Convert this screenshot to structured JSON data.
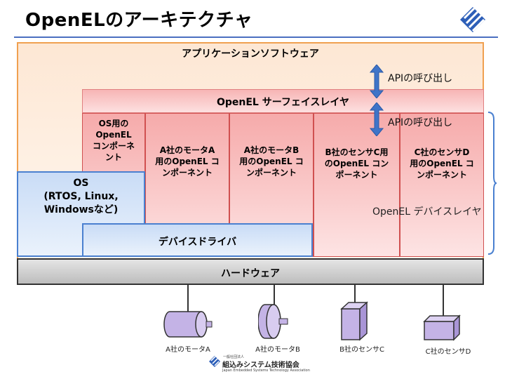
{
  "title": "OpenELのアーキテクチャ",
  "layers": {
    "application": "アプリケーションソフトウェア",
    "surface": "OpenEL サーフェイスレイヤ",
    "os": [
      "OS",
      "(RTOS, Linux,",
      "Windowsなど)"
    ],
    "driver": "デバイスドライバ",
    "hardware": "ハードウェア"
  },
  "components": [
    [
      "OS用の",
      "OpenEL",
      "コンポーネ",
      "ント"
    ],
    [
      "A社のモータA",
      "用のOpenEL コ",
      "ンポーネント"
    ],
    [
      "A社のモータB",
      "用のOpenEL コ",
      "ンポーネント"
    ],
    [
      "B社のセンサC用",
      "のOpenEL コン",
      "ポーネント"
    ],
    [
      "C社のセンサD",
      "用のOpenEL コ",
      "ンポーネント"
    ]
  ],
  "api_call_label": "APIの呼び出し",
  "device_layer_label": "OpenEL デバイスレイヤ",
  "devices": [
    "A社のモータA",
    "A社のモータB",
    "B社のセンサC",
    "C社のセンサD"
  ],
  "footer": {
    "org_small": "一般社団法人",
    "org_name": "組込みシステム技術協会",
    "org_en": "Japan Embedded Systems Technology Association"
  },
  "colors": {
    "app_border": "#f0a050",
    "component_border": "#d05050",
    "os_border": "#4a80d0",
    "arrow": "#3f74c8"
  },
  "icons": [
    "logo-icon",
    "double-arrow-icon",
    "brace-icon",
    "motor-icon",
    "sensor-icon"
  ]
}
